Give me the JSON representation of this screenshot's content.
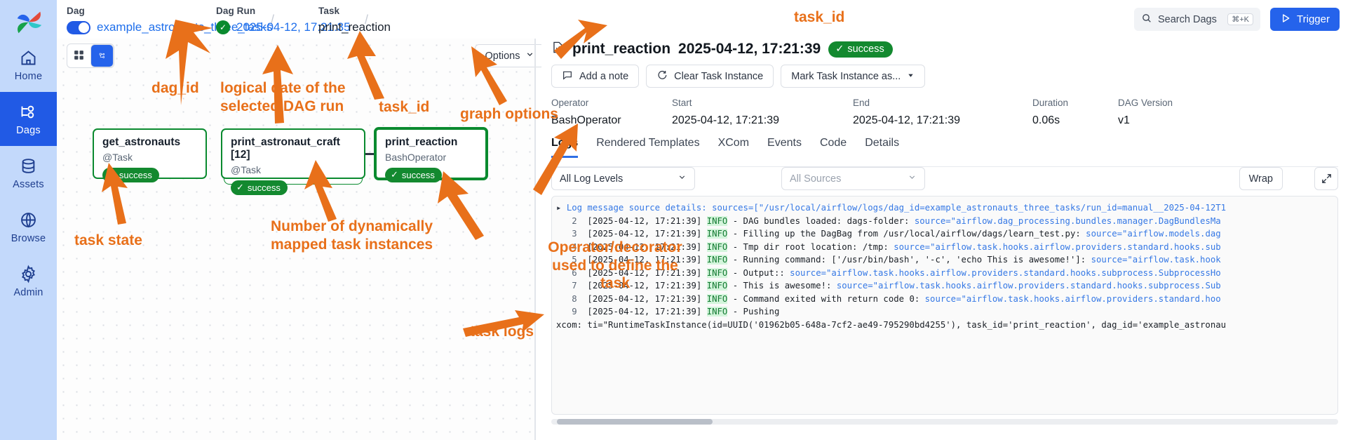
{
  "sidebar": {
    "logo_name": "airflow-pinwheel-logo",
    "items": [
      {
        "label": "Home",
        "icon": "home-icon",
        "active": false
      },
      {
        "label": "Dags",
        "icon": "dag-graph-icon",
        "active": true
      },
      {
        "label": "Assets",
        "icon": "database-icon",
        "active": false
      },
      {
        "label": "Browse",
        "icon": "globe-icon",
        "active": false
      },
      {
        "label": "Admin",
        "icon": "gear-icon",
        "active": false
      }
    ]
  },
  "topbar": {
    "dag": {
      "kicker": "Dag",
      "value": "example_astronauts_three_tasks",
      "toggle_on": true
    },
    "dag_run": {
      "kicker": "Dag Run",
      "value": "2025-04-12, 17:21:35",
      "state": "success"
    },
    "task": {
      "kicker": "Task",
      "value": "print_reaction"
    },
    "search_placeholder": "Search Dags",
    "search_shortcut": "⌘+K",
    "trigger_label": "Trigger"
  },
  "graph": {
    "options_label": "Options",
    "view_grid_icon": "grid-view-icon",
    "view_graph_icon": "graph-view-icon",
    "nodes": [
      {
        "title": "get_astronauts",
        "sub": "@Task",
        "state": "success",
        "focused": false,
        "mapped": false
      },
      {
        "title": "print_astronaut_craft [12]",
        "sub": "@Task",
        "state": "success",
        "focused": false,
        "mapped": true
      },
      {
        "title": "print_reaction",
        "sub": "BashOperator",
        "state": "success",
        "focused": true,
        "mapped": false
      }
    ]
  },
  "detail": {
    "task_id": "print_reaction",
    "run_date": "2025-04-12, 17:21:39",
    "state": "success",
    "actions": [
      {
        "label": "Add a note",
        "icon": "note-icon"
      },
      {
        "label": "Clear Task Instance",
        "icon": "refresh-icon"
      },
      {
        "label": "Mark Task Instance as...",
        "icon": "chevron-down-icon"
      }
    ],
    "meta": [
      {
        "header": "Operator",
        "value": "BashOperator"
      },
      {
        "header": "Start",
        "value": "2025-04-12, 17:21:39"
      },
      {
        "header": "End",
        "value": "2025-04-12, 17:21:39"
      },
      {
        "header": "Duration",
        "value": "0.06s"
      },
      {
        "header": "DAG Version",
        "value": "v1"
      }
    ],
    "tabs": [
      {
        "label": "Logs",
        "active": true
      },
      {
        "label": "Rendered Templates",
        "active": false
      },
      {
        "label": "XCom",
        "active": false
      },
      {
        "label": "Events",
        "active": false
      },
      {
        "label": "Code",
        "active": false
      },
      {
        "label": "Details",
        "active": false
      }
    ],
    "log_level_value": "All Log Levels",
    "log_source_placeholder": "All Sources",
    "wrap_label": "Wrap",
    "expand_icon": "expand-diagonal-icon",
    "log_lines": [
      {
        "n": "",
        "caret": true,
        "text": "Log message source details: sources=[\"/usr/local/airflow/logs/dag_id=example_astronauts_three_tasks/run_id=manual__2025-04-12T1"
      },
      {
        "n": "2",
        "ts": "[2025-04-12, 17:21:39]",
        "level": "INFO",
        "msg": " - DAG bundles loaded: dags-folder: ",
        "src": "source=\"airflow.dag_processing.bundles.manager.DagBundlesMa"
      },
      {
        "n": "3",
        "ts": "[2025-04-12, 17:21:39]",
        "level": "INFO",
        "msg": " - Filling up the DagBag from /usr/local/airflow/dags/learn_test.py: ",
        "src": "source=\"airflow.models.dag"
      },
      {
        "n": "4",
        "ts": "[2025-04-12, 17:21:39]",
        "level": "INFO",
        "msg": " - Tmp dir root location: /tmp: ",
        "src": "source=\"airflow.task.hooks.airflow.providers.standard.hooks.sub"
      },
      {
        "n": "5",
        "ts": "[2025-04-12, 17:21:39]",
        "level": "INFO",
        "msg": " - Running command: ['/usr/bin/bash', '-c', 'echo This is awesome!']: ",
        "src": "source=\"airflow.task.hook"
      },
      {
        "n": "6",
        "ts": "[2025-04-12, 17:21:39]",
        "level": "INFO",
        "msg": " - Output:: ",
        "src": "source=\"airflow.task.hooks.airflow.providers.standard.hooks.subprocess.SubprocessHo"
      },
      {
        "n": "7",
        "ts": "[2025-04-12, 17:21:39]",
        "level": "INFO",
        "msg": " - This is awesome!: ",
        "src": "source=\"airflow.task.hooks.airflow.providers.standard.hooks.subprocess.Sub"
      },
      {
        "n": "8",
        "ts": "[2025-04-12, 17:21:39]",
        "level": "INFO",
        "msg": " - Command exited with return code 0: ",
        "src": "source=\"airflow.task.hooks.airflow.providers.standard.hoo"
      },
      {
        "n": "9",
        "ts": "[2025-04-12, 17:21:39]",
        "level": "INFO",
        "msg": " - Pushing",
        "src": ""
      },
      {
        "n": "",
        "wrapped": true,
        "text": "xcom: ti=\"RuntimeTaskInstance(id=UUID('01962b05-648a-7cf2-ae49-795290bd4255'), task_id='print_reaction', dag_id='example_astronau"
      }
    ]
  },
  "annotations": [
    {
      "id": "dag-id",
      "text": "dag_id"
    },
    {
      "id": "logical-date",
      "text": "logical date of the\nselected DAG run"
    },
    {
      "id": "task-id-left",
      "text": "task_id"
    },
    {
      "id": "graph-options",
      "text": "graph options"
    },
    {
      "id": "task-id-right",
      "text": "task_id"
    },
    {
      "id": "task-state",
      "text": "task state"
    },
    {
      "id": "mapped-count",
      "text": "Number of dynamically\nmapped task instances"
    },
    {
      "id": "operator",
      "text": "Operator/decorator\nused to define the\ntask"
    },
    {
      "id": "task-logs",
      "text": "task logs"
    }
  ],
  "colors": {
    "accent_blue": "#2563eb",
    "success_green": "#13892f",
    "annotation_orange": "#e8701a",
    "sidebar_blue": "#c3d9fb"
  }
}
